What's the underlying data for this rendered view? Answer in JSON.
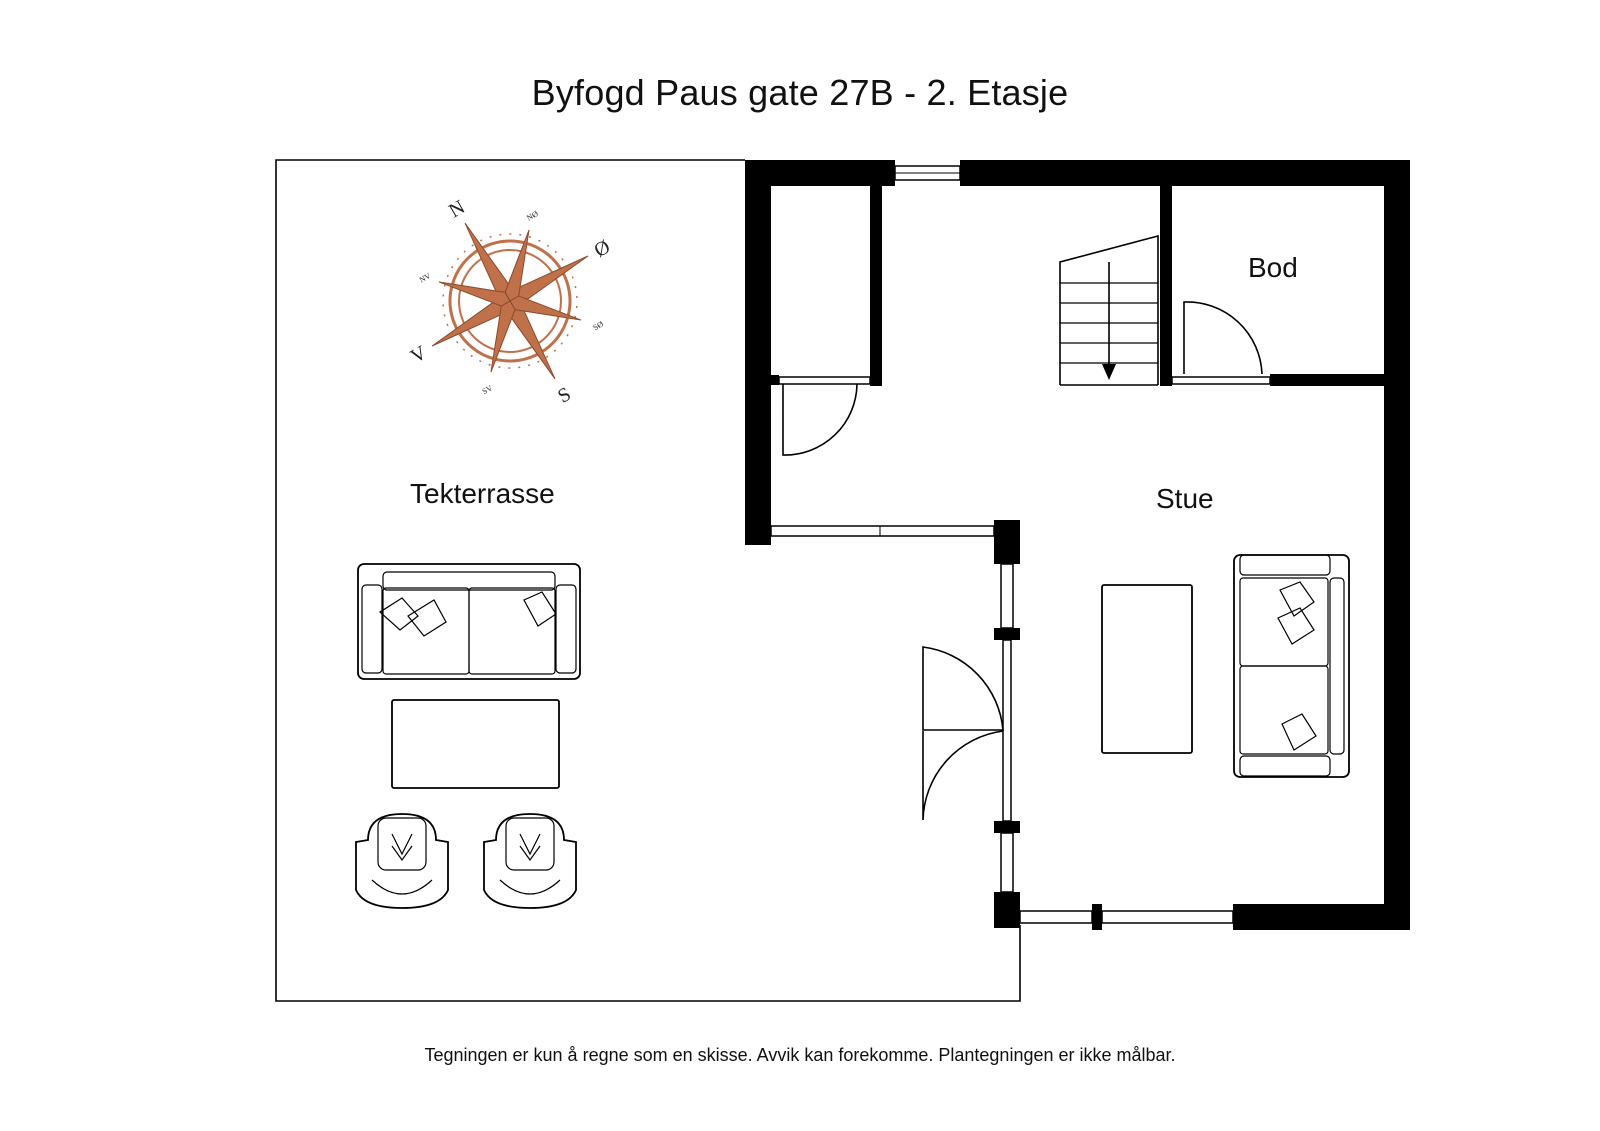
{
  "plan": {
    "title": "Byfogd Paus gate 27B - 2. Etasje",
    "disclaimer": "Tegningen er kun å regne som en skisse. Avvik kan forekomme. Plantegningen er ikke målbar.",
    "rooms": {
      "terrace": "Tekterrasse",
      "living": "Stue",
      "storage": "Bod"
    },
    "compass": {
      "north": "N",
      "east": "Ø",
      "south": "S",
      "west": "V",
      "no": "NØ",
      "so": "SØ",
      "sv": "SV",
      "nv": "NV",
      "color": "#c0714a"
    }
  }
}
